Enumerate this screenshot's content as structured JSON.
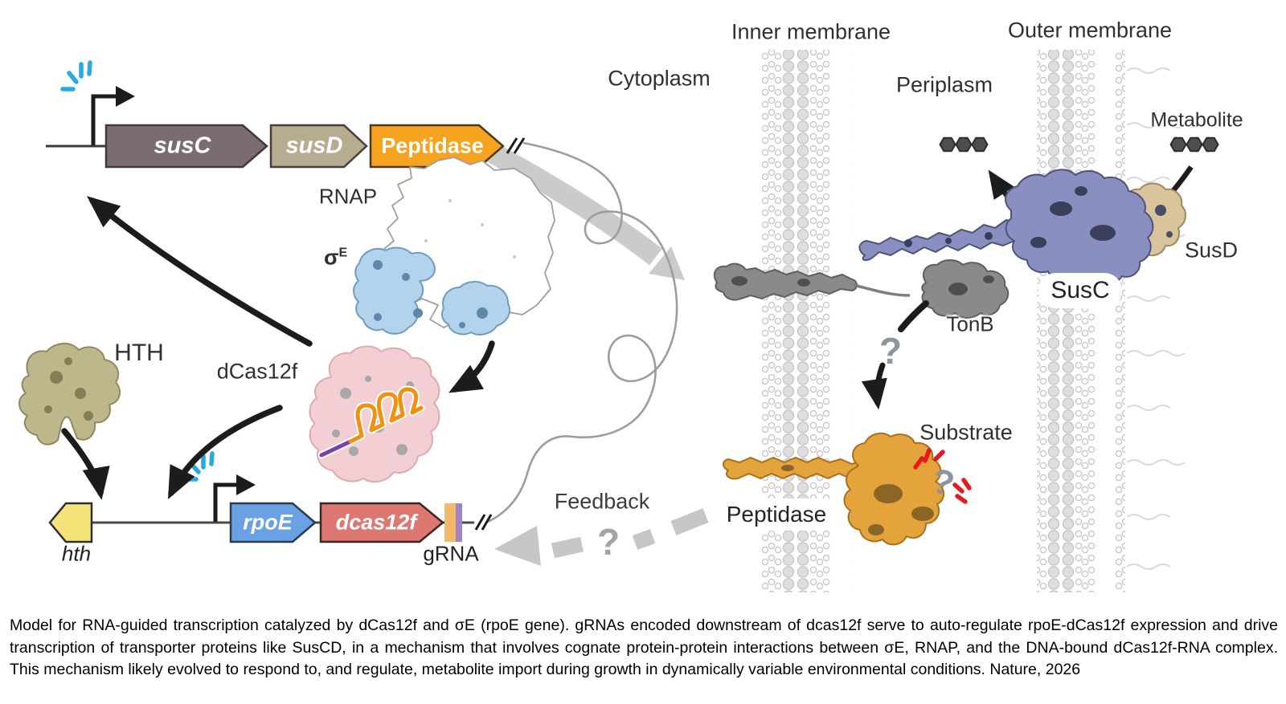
{
  "figure": {
    "regions": {
      "cytoplasm": "Cytoplasm",
      "periplasm": "Periplasm"
    },
    "membranes": {
      "inner": "Inner membrane",
      "outer": "Outer membrane"
    },
    "proteins": {
      "rnap": "RNAP",
      "sigma": "σ",
      "sigma_sup": "E",
      "hth": "HTH",
      "dcas12f": "dCas12f",
      "tonb": "TonB",
      "susc": "SusC",
      "susd": "SusD",
      "peptidase": "Peptidase"
    },
    "molecules": {
      "metabolite": "Metabolite",
      "substrate": "Substrate"
    },
    "genes": {
      "susC": "susC",
      "susD": "susD",
      "peptidase": "Peptidase",
      "hth": "hth",
      "rpoE": "rpoE",
      "dcas12f": "dcas12f",
      "grna": "gRNA"
    },
    "annotations": {
      "feedback": "Feedback",
      "question_mark": "?"
    },
    "colors": {
      "gene_susC": "#7b6c74",
      "gene_susD": "#b7ab90",
      "gene_peptidase": "#f6a31f",
      "gene_rpoE": "#6aa0e4",
      "gene_dcas12f": "#dd7772",
      "gene_hth": "#f5e47a",
      "grna_block_orange": "#f2b96a",
      "grna_block_purple": "#a084c8",
      "promoter_burst_blue": "#2aa9e0",
      "rnap_outline": "#9f9f9f",
      "sigmaE_blue": "#b3d2ec",
      "dcas12f_protein_pink": "#f3ced2",
      "grna_orange": "#f0920f",
      "grna_purple": "#7a3fa8",
      "hth_protein_olive": "#bdb78b",
      "susc_blue": "#8a8fc2",
      "susd_tan": "#d9c49c",
      "tonb_gray": "#8a8a8a",
      "peptidase_orange": "#e5a33c",
      "membrane_gray": "#dedede",
      "arrow_black": "#1c1c1c",
      "arrow_gray": "#cbcbcb",
      "red_marks": "#e31b1e",
      "question_gray": "#8e969d",
      "dna_line_gray": "#9d9d9d"
    }
  },
  "caption": {
    "text": "Model for RNA-guided transcription catalyzed by dCas12f and σE (rpoE gene). gRNAs encoded downstream of dcas12f serve to auto-regulate rpoE-dCas12f expression and drive transcription of transporter proteins like SusCD, in a mechanism that involves cognate protein-protein interactions between σE, RNAP, and the DNA-bound dCas12f-RNA complex. This mechanism likely evolved to respond to, and regulate, metabolite import during growth in dynamically variable environmental conditions. Nature, 2026"
  }
}
